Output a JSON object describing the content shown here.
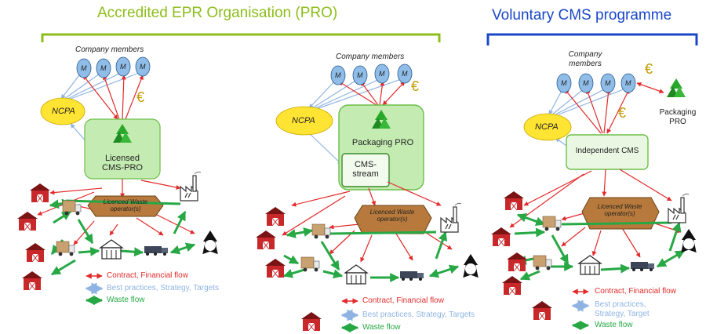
{
  "headers": {
    "pro_title": "Accredited EPR Organisation (PRO)",
    "cms_title": "Voluntary CMS programme"
  },
  "common": {
    "company_members": "Company members",
    "member_letter": "M",
    "ncpa": "NCPA",
    "euro": "€",
    "waste_operator": "Licenced Waste operator(s)"
  },
  "panel1": {
    "pro_box": "Licensed CMS-PRO",
    "legend": [
      "Contract, Financial flow",
      "Best practices, Strategy, Targets",
      "Waste flow"
    ]
  },
  "panel2": {
    "pro_box": "Packaging PRO",
    "stream_box": "CMS-stream",
    "legend": [
      "Contract, Financial flow",
      "Best practices, Strategy, Targets",
      "Waste flow"
    ]
  },
  "panel3": {
    "cms_box": "Independent CMS",
    "packaging_pro": "Packaging PRO",
    "legend": [
      "Contract, Financial flow",
      "Best practices, Strategy, Target",
      "Waste flow"
    ]
  },
  "colors": {
    "green_header": "#8cbe1a",
    "blue_header": "#1a47c8",
    "contract_arrow": "#e32a2a",
    "strategy_arrow": "#8fb4e3",
    "waste_arrow": "#27a845",
    "member_fill": "#8fbde8",
    "ncpa_fill": "#ffe433",
    "pro_box_fill": "#c4ecb2",
    "operator_fill": "#b87a3c"
  }
}
